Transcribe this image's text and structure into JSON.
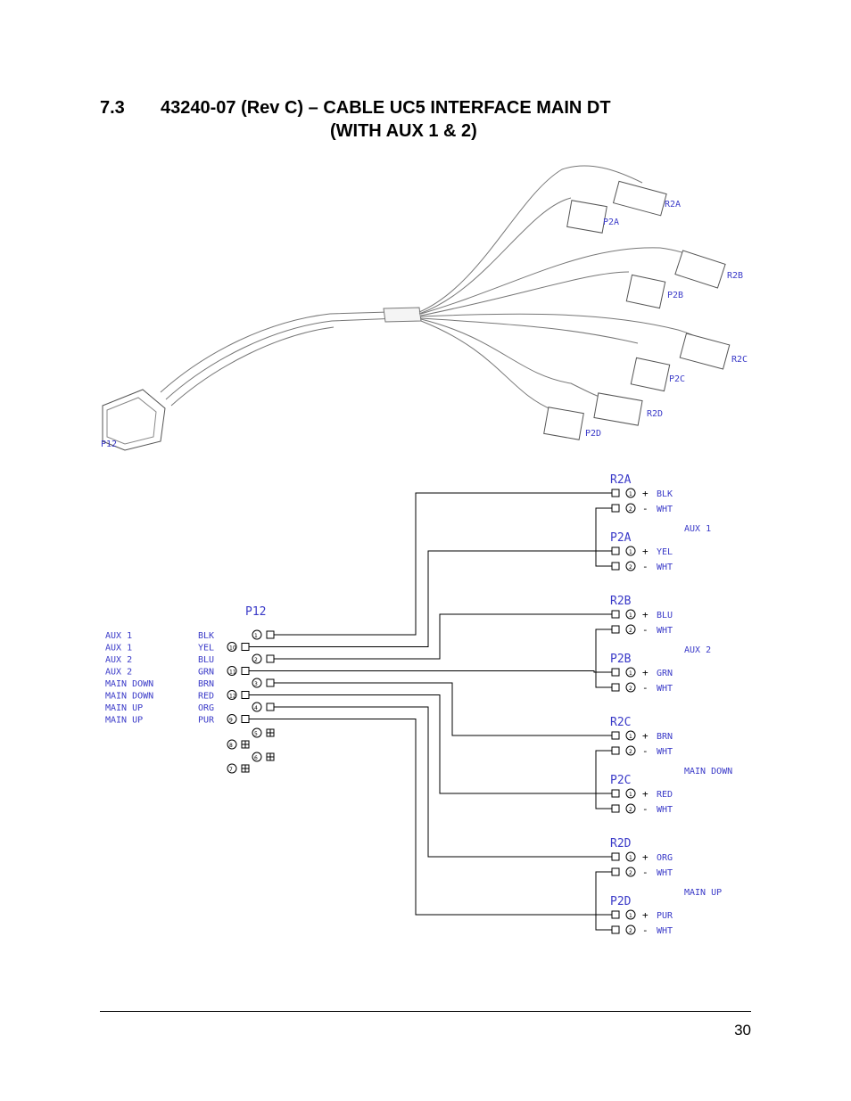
{
  "header": {
    "section_number": "7.3",
    "title_line1": "43240-07 (Rev C) – CABLE UC5 INTERFACE MAIN DT",
    "title_line2": "(WITH AUX 1 & 2)"
  },
  "drawing": {
    "main_connector": "P12",
    "branch_labels": [
      "R2A",
      "P2A",
      "R2B",
      "P2B",
      "R2C",
      "P2C",
      "R2D",
      "P2D"
    ]
  },
  "schematic": {
    "p12_label": "P12",
    "p12_rows": [
      {
        "function": "AUX 1",
        "color": "BLK",
        "pin": "1"
      },
      {
        "function": "AUX 1",
        "color": "YEL",
        "pin": "10"
      },
      {
        "function": "AUX 2",
        "color": "BLU",
        "pin": "2"
      },
      {
        "function": "AUX 2",
        "color": "GRN",
        "pin": "11"
      },
      {
        "function": "MAIN DOWN",
        "color": "BRN",
        "pin": "3"
      },
      {
        "function": "MAIN DOWN",
        "color": "RED",
        "pin": "12"
      },
      {
        "function": "MAIN UP",
        "color": "ORG",
        "pin": "4"
      },
      {
        "function": "MAIN UP",
        "color": "PUR",
        "pin": "9"
      }
    ],
    "unused_pins": [
      "5",
      "8",
      "6",
      "7"
    ],
    "groups": [
      {
        "label": "AUX 1",
        "connectors": [
          {
            "name": "R2A",
            "pins": [
              {
                "pin": "1",
                "pol": "+",
                "wire": "BLK"
              },
              {
                "pin": "2",
                "pol": "-",
                "wire": "WHT"
              }
            ]
          },
          {
            "name": "P2A",
            "pins": [
              {
                "pin": "1",
                "pol": "+",
                "wire": "YEL"
              },
              {
                "pin": "2",
                "pol": "-",
                "wire": "WHT"
              }
            ]
          }
        ]
      },
      {
        "label": "AUX 2",
        "connectors": [
          {
            "name": "R2B",
            "pins": [
              {
                "pin": "1",
                "pol": "+",
                "wire": "BLU"
              },
              {
                "pin": "2",
                "pol": "-",
                "wire": "WHT"
              }
            ]
          },
          {
            "name": "P2B",
            "pins": [
              {
                "pin": "1",
                "pol": "+",
                "wire": "GRN"
              },
              {
                "pin": "2",
                "pol": "-",
                "wire": "WHT"
              }
            ]
          }
        ]
      },
      {
        "label": "MAIN DOWN",
        "connectors": [
          {
            "name": "R2C",
            "pins": [
              {
                "pin": "1",
                "pol": "+",
                "wire": "BRN"
              },
              {
                "pin": "2",
                "pol": "-",
                "wire": "WHT"
              }
            ]
          },
          {
            "name": "P2C",
            "pins": [
              {
                "pin": "1",
                "pol": "+",
                "wire": "RED"
              },
              {
                "pin": "2",
                "pol": "-",
                "wire": "WHT"
              }
            ]
          }
        ]
      },
      {
        "label": "MAIN UP",
        "connectors": [
          {
            "name": "R2D",
            "pins": [
              {
                "pin": "1",
                "pol": "+",
                "wire": "ORG"
              },
              {
                "pin": "2",
                "pol": "-",
                "wire": "WHT"
              }
            ]
          },
          {
            "name": "P2D",
            "pins": [
              {
                "pin": "1",
                "pol": "+",
                "wire": "PUR"
              },
              {
                "pin": "2",
                "pol": "-",
                "wire": "WHT"
              }
            ]
          }
        ]
      }
    ]
  },
  "footer": {
    "page_number": "30"
  }
}
